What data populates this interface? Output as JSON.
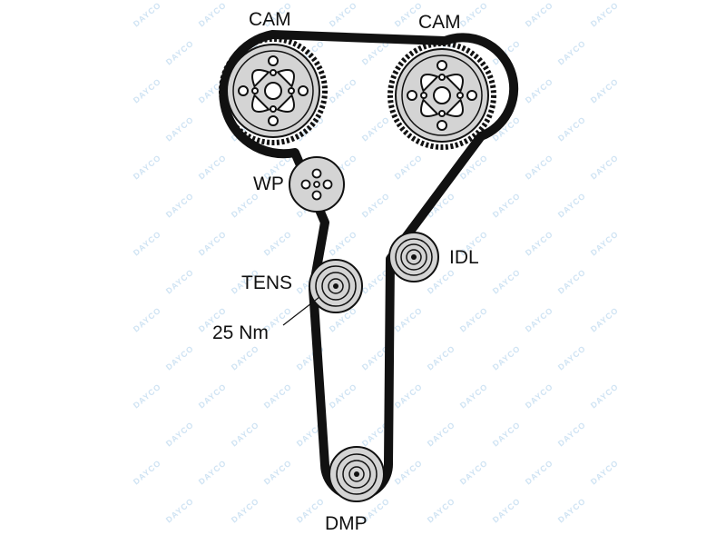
{
  "labels": {
    "cam_left": "CAM",
    "cam_right": "CAM",
    "water_pump": "WP",
    "tensioner": "TENS",
    "torque": "25 Nm",
    "idler": "IDL",
    "damper": "DMP"
  },
  "watermark": "DAYCO",
  "colors": {
    "belt": "#111111",
    "pulley_fill": "#d4d4d4",
    "outline": "#111111",
    "watermark": "#cfe3f3"
  }
}
